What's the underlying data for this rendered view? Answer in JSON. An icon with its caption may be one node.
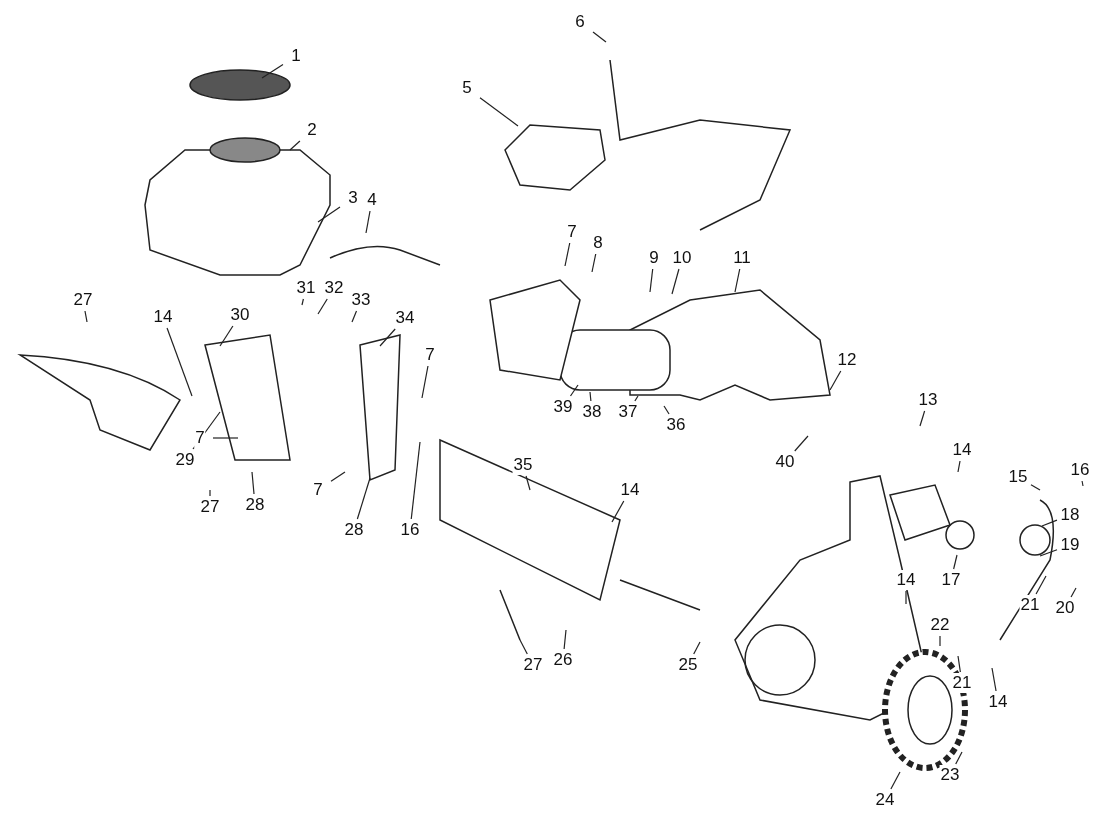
{
  "diagram": {
    "nodes": [
      {
        "text": [
          "6"
        ]
      },
      {
        "text": [
          "1"
        ]
      },
      {
        "text": [
          "5"
        ]
      },
      {
        "text": [
          "2"
        ]
      },
      {
        "text": [
          "3"
        ]
      },
      {
        "text": [
          "4"
        ]
      },
      {
        "text": [
          "7"
        ]
      },
      {
        "text": [
          "8"
        ]
      },
      {
        "text": [
          "9"
        ]
      },
      {
        "text": [
          "10"
        ]
      },
      {
        "text": [
          "11"
        ]
      },
      {
        "text": [
          "31"
        ]
      },
      {
        "text": [
          "32"
        ]
      },
      {
        "text": [
          "33"
        ]
      },
      {
        "text": [
          "27"
        ]
      },
      {
        "text": [
          "14"
        ]
      },
      {
        "text": [
          "30"
        ]
      },
      {
        "text": [
          "34"
        ]
      },
      {
        "text": [
          "7"
        ]
      },
      {
        "text": [
          "12"
        ]
      },
      {
        "text": [
          "13"
        ]
      },
      {
        "text": [
          "39"
        ]
      },
      {
        "text": [
          "38"
        ]
      },
      {
        "text": [
          "37"
        ]
      },
      {
        "text": [
          "36"
        ]
      },
      {
        "text": [
          "7"
        ]
      },
      {
        "text": [
          "14"
        ]
      },
      {
        "text": [
          "40"
        ]
      },
      {
        "text": [
          "35"
        ]
      },
      {
        "text": [
          "15"
        ]
      },
      {
        "text": [
          "16"
        ]
      },
      {
        "text": [
          "29"
        ]
      },
      {
        "text": [
          "7"
        ]
      },
      {
        "text": [
          "14"
        ]
      },
      {
        "text": [
          "27"
        ]
      },
      {
        "text": [
          "28"
        ]
      },
      {
        "text": [
          "18"
        ]
      },
      {
        "text": [
          "28"
        ]
      },
      {
        "text": [
          "16"
        ]
      },
      {
        "text": [
          "19"
        ]
      },
      {
        "text": [
          "17"
        ]
      },
      {
        "text": [
          "14"
        ]
      },
      {
        "text": [
          "21"
        ]
      },
      {
        "text": [
          "20"
        ]
      },
      {
        "text": [
          "22"
        ]
      },
      {
        "text": [
          "27"
        ]
      },
      {
        "text": [
          "26"
        ]
      },
      {
        "text": [
          "25"
        ]
      },
      {
        "text": [
          "21"
        ]
      },
      {
        "text": [
          "14"
        ]
      },
      {
        "text": [
          "24"
        ]
      },
      {
        "text": [
          "23"
        ]
      }
    ],
    "edges": [
      {
        "from": 0,
        "to": null,
        "arrow": "none"
      },
      {
        "from": 1,
        "to": null,
        "arrow": "none"
      },
      {
        "from": 2,
        "to": null,
        "arrow": "none"
      },
      {
        "from": 3,
        "to": null,
        "arrow": "none"
      },
      {
        "from": 4,
        "to": null,
        "arrow": "none"
      },
      {
        "from": 5,
        "to": null,
        "arrow": "none"
      },
      {
        "from": 6,
        "to": null,
        "arrow": "none"
      },
      {
        "from": 7,
        "to": null,
        "arrow": "none"
      },
      {
        "from": 8,
        "to": null,
        "arrow": "none"
      },
      {
        "from": 9,
        "to": null,
        "arrow": "none"
      },
      {
        "from": 10,
        "to": null,
        "arrow": "none"
      },
      {
        "from": 11,
        "to": null,
        "arrow": "none"
      },
      {
        "from": 12,
        "to": null,
        "arrow": "none"
      },
      {
        "from": 13,
        "to": null,
        "arrow": "none"
      },
      {
        "from": 14,
        "to": null,
        "arrow": "none"
      },
      {
        "from": 15,
        "to": null,
        "arrow": "none"
      },
      {
        "from": 16,
        "to": null,
        "arrow": "none"
      },
      {
        "from": 17,
        "to": null,
        "arrow": "none"
      },
      {
        "from": 18,
        "to": null,
        "arrow": "none"
      },
      {
        "from": 19,
        "to": null,
        "arrow": "none"
      },
      {
        "from": 20,
        "to": null,
        "arrow": "none"
      },
      {
        "from": 21,
        "to": null,
        "arrow": "none"
      },
      {
        "from": 22,
        "to": null,
        "arrow": "none"
      },
      {
        "from": 23,
        "to": null,
        "arrow": "none"
      },
      {
        "from": 24,
        "to": null,
        "arrow": "none"
      },
      {
        "from": 25,
        "to": null,
        "arrow": "none"
      },
      {
        "from": 26,
        "to": null,
        "arrow": "none"
      },
      {
        "from": 27,
        "to": null,
        "arrow": "none"
      },
      {
        "from": 28,
        "to": null,
        "arrow": "none"
      },
      {
        "from": 29,
        "to": null,
        "arrow": "none"
      },
      {
        "from": 30,
        "to": null,
        "arrow": "none"
      },
      {
        "from": 31,
        "to": null,
        "arrow": "none"
      },
      {
        "from": 32,
        "to": null,
        "arrow": "none"
      },
      {
        "from": 33,
        "to": null,
        "arrow": "none"
      },
      {
        "from": 34,
        "to": null,
        "arrow": "none"
      },
      {
        "from": 35,
        "to": null,
        "arrow": "none"
      },
      {
        "from": 36,
        "to": null,
        "arrow": "none"
      },
      {
        "from": 37,
        "to": null,
        "arrow": "none"
      },
      {
        "from": 38,
        "to": null,
        "arrow": "none"
      },
      {
        "from": 39,
        "to": null,
        "arrow": "none"
      },
      {
        "from": 40,
        "to": null,
        "arrow": "none"
      },
      {
        "from": 41,
        "to": null,
        "arrow": "none"
      },
      {
        "from": 42,
        "to": null,
        "arrow": "none"
      },
      {
        "from": 43,
        "to": null,
        "arrow": "none"
      },
      {
        "from": 44,
        "to": null,
        "arrow": "none"
      },
      {
        "from": 45,
        "to": null,
        "arrow": "none"
      },
      {
        "from": 46,
        "to": null,
        "arrow": "none"
      },
      {
        "from": 47,
        "to": null,
        "arrow": "none"
      },
      {
        "from": 48,
        "to": null,
        "arrow": "none"
      },
      {
        "from": 49,
        "to": null,
        "arrow": "none"
      },
      {
        "from": 50,
        "to": null,
        "arrow": "none"
      },
      {
        "from": 51,
        "to": null,
        "arrow": "none"
      }
    ]
  }
}
